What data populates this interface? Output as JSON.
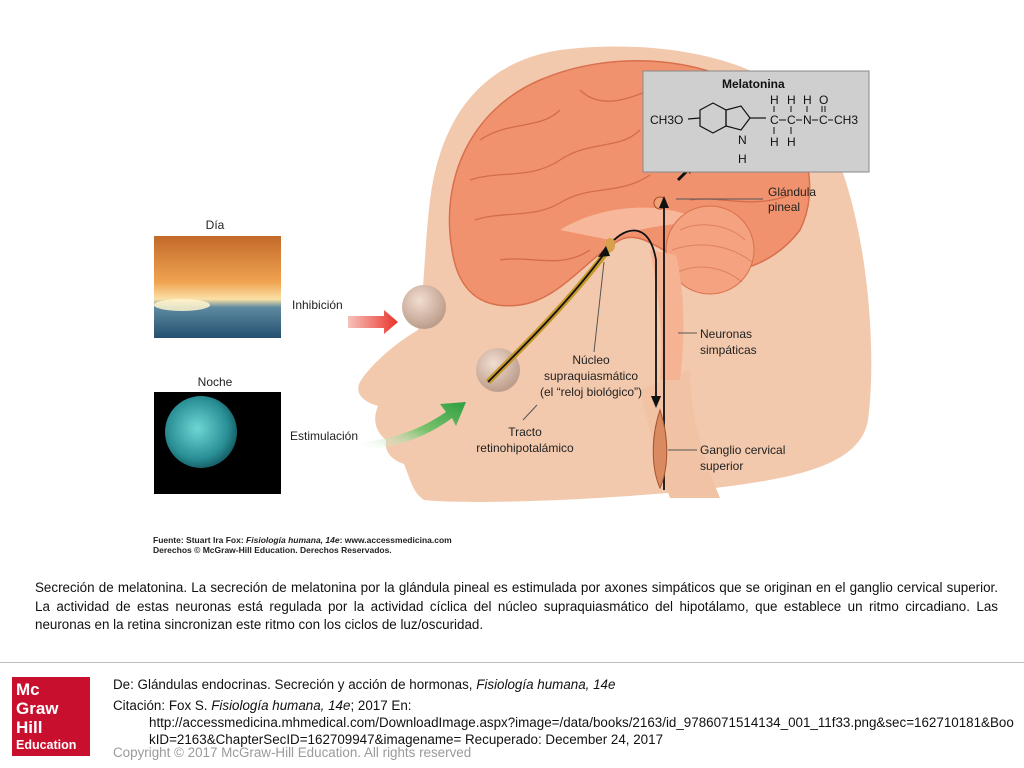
{
  "diagram": {
    "panels": {
      "day": "Día",
      "night": "Noche"
    },
    "labels": {
      "inhibition": "Inhibición",
      "stimulation": "Estimulación",
      "pineal_1": "Glándula",
      "pineal_2": "pineal",
      "sympathetic_1": "Neuronas",
      "sympathetic_2": "simpáticas",
      "scn_1": "Núcleo",
      "scn_2": "supraquiasmático",
      "scn_3": "(el “reloj biológico”)",
      "tract_1": "Tracto",
      "tract_2": "retinohipotalámico",
      "ganglion_1": "Ganglio cervical",
      "ganglion_2": "superior"
    },
    "molecule": {
      "title": "Melatonina",
      "ch3o": "CH3O",
      "n_ring": "N",
      "h_ring": "H",
      "h_top": [
        "H",
        "H",
        "H"
      ],
      "o_top": "O",
      "c1": "C",
      "c2": "C",
      "n_chain": "N",
      "c3": "C",
      "ch3": "CH3",
      "h_bottom": [
        "H",
        "H"
      ]
    },
    "source_line_1_prefix": "Fuente: Stuart Ira Fox: ",
    "source_line_1_title": "Fisiología humana, 14e",
    "source_line_1_suffix": ": www.accessmedicina.com",
    "source_line_2": "Derechos © McGraw-Hill Education. Derechos Reservados."
  },
  "caption": "Secreción de melatonina. La secreción de melatonina por la glándula pineal es estimulada por axones simpáticos que se originan en el ganglio cervical superior. La actividad de estas neuronas está regulada por la actividad cíclica del núcleo supraquiasmático del hipotálamo, que establece un ritmo circadiano. Las neuronas en la retina sincronizan este ritmo con los ciclos de luz/oscuridad.",
  "footer": {
    "logo": [
      "Mc",
      "Graw",
      "Hill",
      "Education"
    ],
    "from_prefix": "De: Glándulas endocrinas. Secreción y acción de hormonas, ",
    "from_title": "Fisiología humana, 14e",
    "citation_prefix": "Citación: Fox S. ",
    "citation_title": "Fisiología humana, 14e",
    "citation_suffix": "; 2017 En:",
    "url": "http://accessmedicina.mhmedical.com/DownloadImage.aspx?image=/data/books/2163/id_9786071514134_001_11f33.png&sec=162710181&BookID=2163&ChapterSecID=162709947&imagename= Recuperado: December 24, 2017",
    "copyright": "Copyright © 2017 McGraw-Hill Education. All rights reserved"
  },
  "colors": {
    "logo_red": "#c8102e",
    "brain": "#f0926e",
    "skin": "#f3c9ad",
    "arrow_red": "#e8332c",
    "arrow_green": "#3aa84a",
    "box_gray": "#cfcfcf"
  }
}
